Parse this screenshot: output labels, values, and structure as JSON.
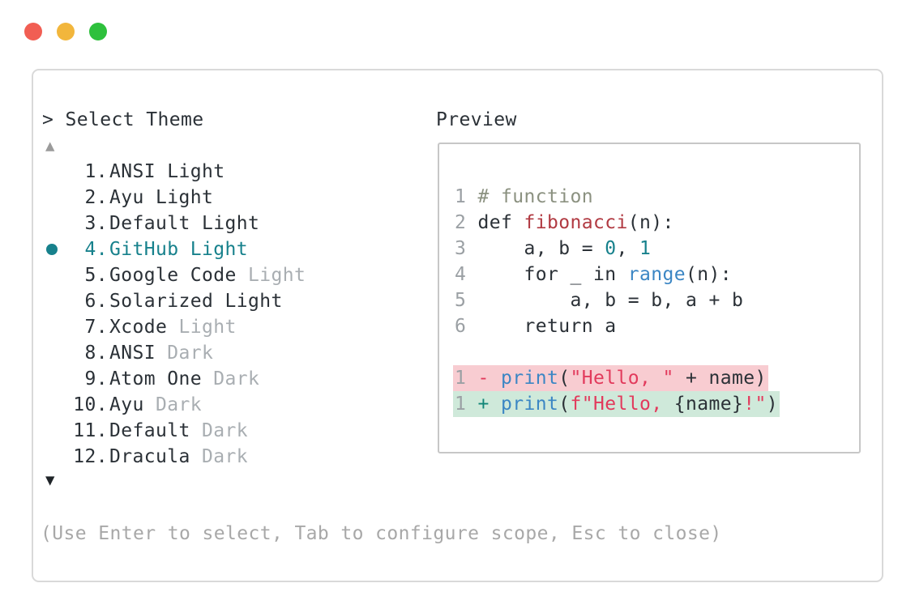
{
  "colors": {
    "accent_teal": "#17818c",
    "traffic_red": "#f15e53",
    "traffic_yellow": "#f2b63c",
    "traffic_green": "#2ec03c",
    "diff_removed_bg": "#f8ccd1",
    "diff_added_bg": "#cfe9da",
    "syntax_dark": "#2b3137",
    "syntax_line_number": "#9ba0a4",
    "syntax_comment": "#8b9180",
    "syntax_function_red": "#b13a42",
    "syntax_call_blue": "#3b86c4",
    "syntax_number_teal": "#17818c",
    "syntax_string_crimson": "#e23a5c",
    "syntax_plus_green": "#108577",
    "suffix_gray": "#a9aeb2",
    "footer_gray": "#a8a8a8"
  },
  "header": {
    "prompt": ">",
    "title": "Select Theme"
  },
  "preview": {
    "label": "Preview",
    "code_lines": [
      {
        "tokens": [
          {
            "t": "1 ",
            "c": "gray"
          },
          {
            "t": "# function",
            "c": "comment"
          }
        ]
      },
      {
        "tokens": [
          {
            "t": "2 ",
            "c": "gray"
          },
          {
            "t": "def ",
            "c": "dark"
          },
          {
            "t": "fibonacci",
            "c": "red"
          },
          {
            "t": "(n):",
            "c": "dark"
          }
        ]
      },
      {
        "tokens": [
          {
            "t": "3 ",
            "c": "gray"
          },
          {
            "t": "    a, b = ",
            "c": "dark"
          },
          {
            "t": "0",
            "c": "teal"
          },
          {
            "t": ", ",
            "c": "dark"
          },
          {
            "t": "1",
            "c": "teal"
          }
        ]
      },
      {
        "tokens": [
          {
            "t": "4 ",
            "c": "gray"
          },
          {
            "t": "    for _ in ",
            "c": "dark"
          },
          {
            "t": "range",
            "c": "blue"
          },
          {
            "t": "(n):",
            "c": "dark"
          }
        ]
      },
      {
        "tokens": [
          {
            "t": "5 ",
            "c": "gray"
          },
          {
            "t": "        a, b = b, a + b",
            "c": "dark"
          }
        ]
      },
      {
        "tokens": [
          {
            "t": "6 ",
            "c": "gray"
          },
          {
            "t": "    return a",
            "c": "dark"
          }
        ]
      },
      {
        "blank": true
      },
      {
        "bg": "removed",
        "tokens": [
          {
            "t": "1 ",
            "c": "gray"
          },
          {
            "t": "- ",
            "c": "crimson"
          },
          {
            "t": "print",
            "c": "blue"
          },
          {
            "t": "(",
            "c": "dark"
          },
          {
            "t": "\"Hello, \"",
            "c": "crimson"
          },
          {
            "t": " + name)",
            "c": "dark"
          }
        ]
      },
      {
        "bg": "added",
        "tokens": [
          {
            "t": "1 ",
            "c": "gray"
          },
          {
            "t": "+ ",
            "c": "green"
          },
          {
            "t": "print",
            "c": "blue"
          },
          {
            "t": "(",
            "c": "dark"
          },
          {
            "t": "f\"Hello, ",
            "c": "crimson"
          },
          {
            "t": "{name}",
            "c": "dark"
          },
          {
            "t": "!\"",
            "c": "crimson"
          },
          {
            "t": ")",
            "c": "dark"
          }
        ]
      }
    ]
  },
  "list": {
    "up_arrow": "▲",
    "down_arrow": "▼",
    "items": [
      {
        "number": "1.",
        "main": "ANSI Light",
        "suffix": "",
        "selected": false
      },
      {
        "number": "2.",
        "main": "Ayu Light",
        "suffix": "",
        "selected": false
      },
      {
        "number": "3.",
        "main": "Default Light",
        "suffix": "",
        "selected": false
      },
      {
        "number": "4.",
        "main": "GitHub Light",
        "suffix": "",
        "selected": true
      },
      {
        "number": "5.",
        "main": "Google Code",
        "suffix": "Light",
        "selected": false
      },
      {
        "number": "6.",
        "main": "Solarized Light",
        "suffix": "",
        "selected": false
      },
      {
        "number": "7.",
        "main": "Xcode",
        "suffix": "Light",
        "selected": false
      },
      {
        "number": "8.",
        "main": "ANSI",
        "suffix": "Dark",
        "selected": false
      },
      {
        "number": "9.",
        "main": "Atom One",
        "suffix": "Dark",
        "selected": false
      },
      {
        "number": "10.",
        "main": "Ayu",
        "suffix": "Dark",
        "selected": false
      },
      {
        "number": "11.",
        "main": "Default",
        "suffix": "Dark",
        "selected": false
      },
      {
        "number": "12.",
        "main": "Dracula",
        "suffix": "Dark",
        "selected": false
      }
    ]
  },
  "footer": {
    "hint": "(Use Enter to select, Tab to configure scope, Esc to close)"
  }
}
